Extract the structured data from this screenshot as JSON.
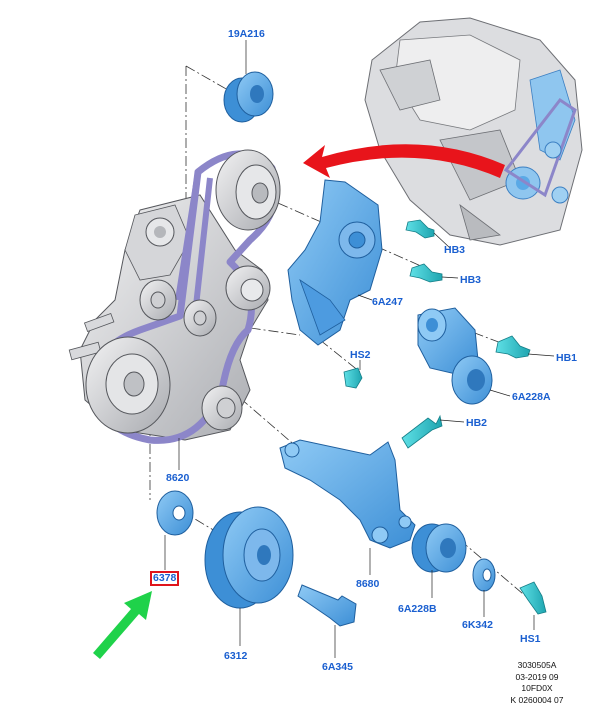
{
  "callouts": {
    "c19A216": "19A216",
    "cHB3a": "HB3",
    "cHB3b": "HB3",
    "c6A247": "6A247",
    "cHS2": "HS2",
    "cHB1": "HB1",
    "c6A228A": "6A228A",
    "cHB2": "HB2",
    "c8620": "8620",
    "c6378": "6378",
    "c8680": "8680",
    "c6A228B": "6A228B",
    "c6K342": "6K342",
    "c6312": "6312",
    "c6A345": "6A345",
    "cHS1": "HS1"
  },
  "highlighted_callout": "6378",
  "footer": {
    "line1": "3030505A",
    "line2": "03-2019 09",
    "line3": "10FD0X",
    "line4": "K 0260004 07"
  },
  "colors": {
    "part_blue": "#5aa9e6",
    "belt": "#8c86c9",
    "fastener_cyan": "#2fc1c9",
    "callout_text": "#1a5fd0",
    "highlight_box": "#e0141b",
    "arrow_red": "#e8141b",
    "arrow_green": "#1fd24a",
    "engine_grey": "#c9cbcf"
  },
  "icons": [
    "red-curved-arrow",
    "green-pointer-arrow"
  ]
}
